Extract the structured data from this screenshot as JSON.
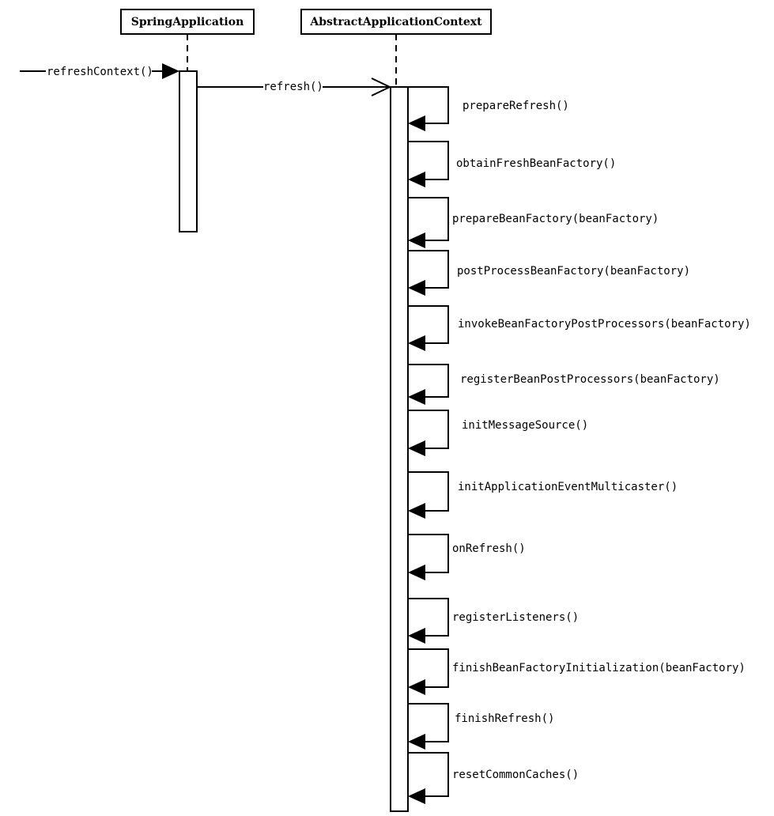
{
  "lifelines": {
    "spring_application": "SpringApplication",
    "abstract_application_context": "AbstractApplicationContext"
  },
  "incoming_call": "refreshContext()",
  "cross_call": "refresh()",
  "self_calls": [
    "prepareRefresh()",
    "obtainFreshBeanFactory()",
    "prepareBeanFactory(beanFactory)",
    "postProcessBeanFactory(beanFactory)",
    "invokeBeanFactoryPostProcessors(beanFactory)",
    "registerBeanPostProcessors(beanFactory)",
    "initMessageSource()",
    "initApplicationEventMulticaster()",
    "onRefresh()",
    "registerListeners()",
    "finishBeanFactoryInitialization(beanFactory)",
    "finishRefresh()",
    "resetCommonCaches()"
  ]
}
